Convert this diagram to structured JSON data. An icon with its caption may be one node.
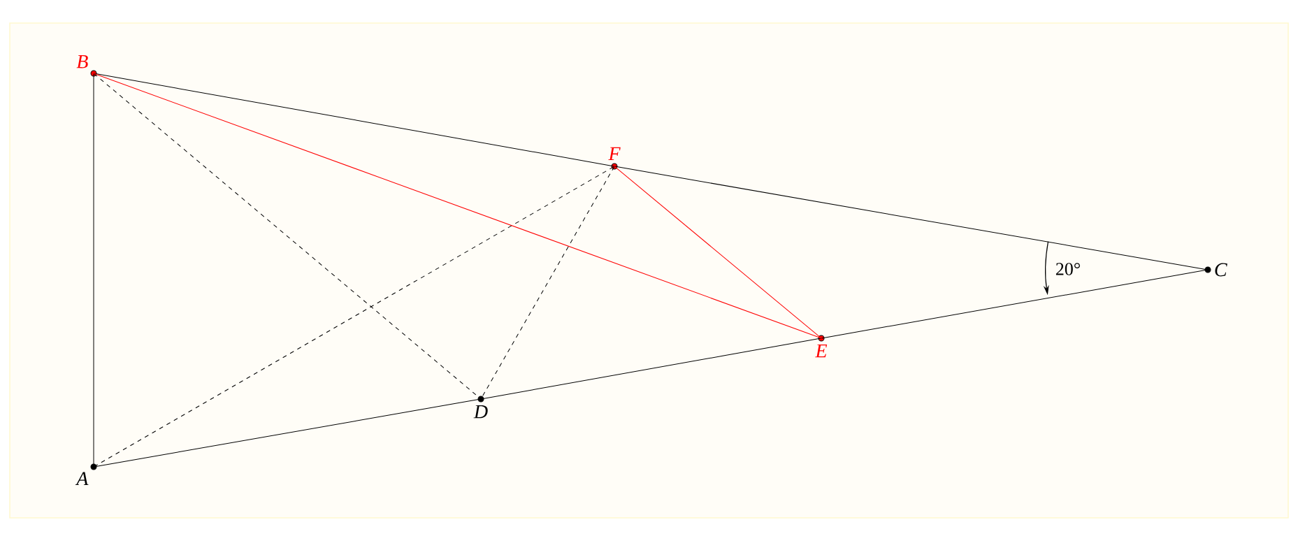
{
  "diagram": {
    "nodes": [
      {
        "text": [
          "B"
        ]
      },
      {
        "text": [
          "F"
        ]
      },
      {
        "text": [
          "C"
        ]
      },
      {
        "text": [
          "E"
        ]
      },
      {
        "text": [
          "D"
        ]
      },
      {
        "text": [
          "A"
        ]
      }
    ],
    "edges": [
      {
        "from": 0,
        "to": 5,
        "arrow": "none"
      },
      {
        "from": 0,
        "to": 1,
        "arrow": "none"
      },
      {
        "from": 1,
        "to": 2,
        "arrow": "none"
      },
      {
        "from": 5,
        "to": 4,
        "arrow": "none"
      },
      {
        "from": 4,
        "to": 3,
        "arrow": "none"
      },
      {
        "from": 3,
        "to": 2,
        "arrow": "none"
      },
      {
        "from": 0,
        "to": 4,
        "arrow": "none",
        "style": "dashed"
      },
      {
        "from": 5,
        "to": 1,
        "arrow": "none",
        "style": "dashed"
      },
      {
        "from": 1,
        "to": 4,
        "arrow": "none",
        "style": "dashed"
      },
      {
        "from": 0,
        "to": 3,
        "arrow": "none",
        "color": "#ff0000"
      },
      {
        "from": 1,
        "to": 3,
        "arrow": "none",
        "color": "#ff0000"
      }
    ],
    "labels": [
      "20°"
    ]
  }
}
